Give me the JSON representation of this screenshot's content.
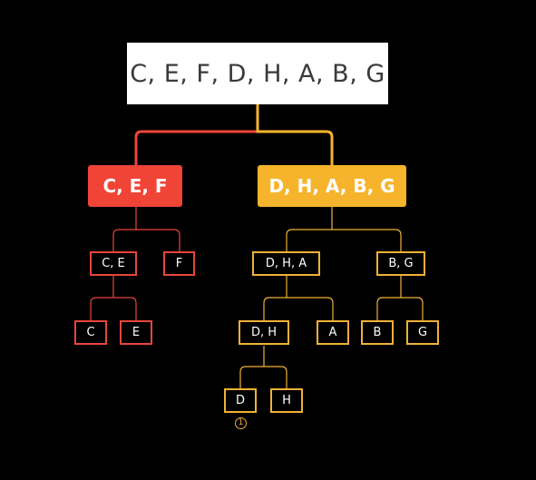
{
  "tree": {
    "root": "C, E, F, D, H, A, B, G",
    "left_group": "C, E, F",
    "right_group": "D, H, A, B, G",
    "nodes": {
      "ce": "C, E",
      "f": "F",
      "c": "C",
      "e": "E",
      "dha": "D, H, A",
      "bg": "B, G",
      "dh": "D, H",
      "a": "A",
      "b": "B",
      "g": "G",
      "d": "D",
      "h": "H"
    },
    "marker": "1"
  },
  "colors": {
    "red": "#f04436",
    "red_line": "#e8453a",
    "yellow": "#f6b42c",
    "yellow_line": "#f2b137",
    "background": "#000000"
  }
}
